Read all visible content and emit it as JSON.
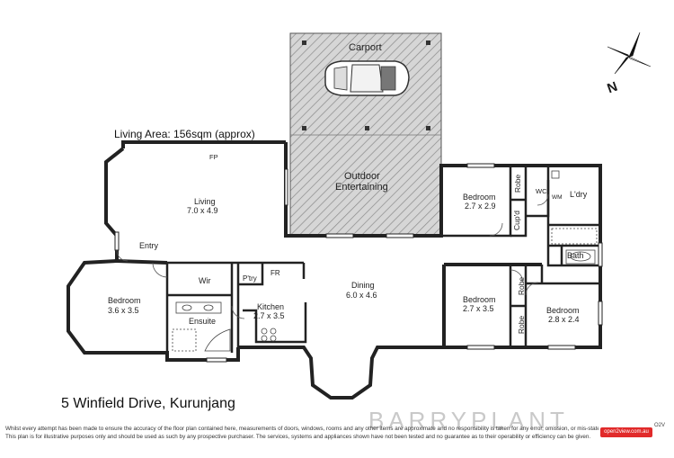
{
  "header": {
    "living_area": "Living Area: 156sqm (approx)"
  },
  "rooms": {
    "carport": "Carport",
    "outdoor": "Outdoor",
    "entertaining": "Entertaining",
    "living": {
      "name": "Living",
      "size": "7.0 x 4.9"
    },
    "fp": "FP",
    "entry": "Entry",
    "dining": {
      "name": "Dining",
      "size": "6.0 x 4.6"
    },
    "bedroom_main": {
      "name": "Bedroom",
      "size": "3.6 x 3.5"
    },
    "wir": "Wir",
    "ensuite": "Ensuite",
    "pantry": "P'try",
    "fr": "FR",
    "kitchen": {
      "name": "Kitchen",
      "size": "2.7 x 3.5"
    },
    "bedroom_ne": {
      "name": "Bedroom",
      "size": "2.7 x 2.9"
    },
    "robe_1": "Robe",
    "cupd": "Cup'd",
    "wc": "WC",
    "wm": "WM",
    "laundry": "L'dry",
    "bath": "Bath",
    "bedroom_mid": {
      "name": "Bedroom",
      "size": "2.7 x 3.5"
    },
    "robe_2": "Robe",
    "robe_3": "Robe",
    "bedroom_se": {
      "name": "Bedroom",
      "size": "2.8 x 2.4"
    }
  },
  "compass": {
    "label": "N"
  },
  "footer": {
    "address": "5 Winfield Drive, Kurunjang",
    "disclaimer_line1": "Whilst every attempt has been made to ensure the accuracy of the floor plan contained here, measurements of doors, windows, rooms and any other items are approximate and no responsibility is taken for any error, omission, or mis-statement.",
    "disclaimer_line2": "This plan is for illustrative purposes only and should be used as such by any prospective purchaser. The services, systems and appliances shown have not been tested and no guarantee as to their operability or efficiency can be given.",
    "brand": "BARRYPLANT",
    "badge": "open2view.com.au",
    "stamp": "O2V"
  },
  "colors": {
    "wall": "#222222",
    "hatch": "#8a8a8a",
    "brand": "#c9c9c9",
    "badge": "#e12a2a"
  }
}
